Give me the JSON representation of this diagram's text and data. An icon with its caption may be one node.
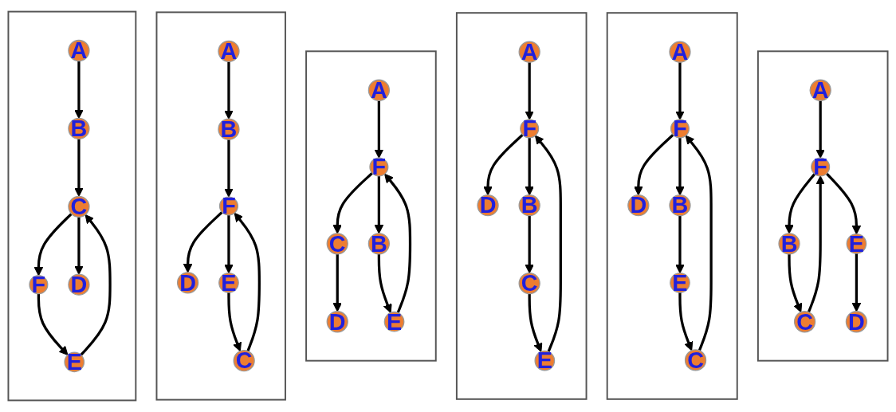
{
  "diagram": {
    "nodes": [
      {
        "text": [],
        "shape": "box"
      },
      {
        "text": [
          "A"
        ],
        "in": 0
      },
      {
        "text": [
          "D"
        ],
        "in": 0
      },
      {
        "text": [
          "F"
        ],
        "in": 0
      },
      {
        "text": [
          "B"
        ],
        "in": 0
      },
      {
        "text": [
          "C"
        ],
        "in": 0
      },
      {
        "text": [
          "E"
        ],
        "in": 0
      },
      {
        "text": [],
        "shape": "box"
      },
      {
        "text": [
          "A"
        ],
        "in": 7
      },
      {
        "text": [
          "D"
        ],
        "in": 7
      },
      {
        "text": [
          "F"
        ],
        "in": 7
      },
      {
        "text": [
          "B"
        ],
        "in": 7
      },
      {
        "text": [
          "C"
        ],
        "in": 7
      },
      {
        "text": [
          "E"
        ],
        "in": 7
      },
      {
        "text": [],
        "shape": "box"
      },
      {
        "text": [
          "A"
        ],
        "in": 14
      },
      {
        "text": [
          "D"
        ],
        "in": 14
      },
      {
        "text": [
          "F"
        ],
        "in": 14
      },
      {
        "text": [
          "B"
        ],
        "in": 14
      },
      {
        "text": [
          "C"
        ],
        "in": 14
      },
      {
        "text": [
          "E"
        ],
        "in": 14
      },
      {
        "text": [],
        "shape": "box"
      },
      {
        "text": [
          "A"
        ],
        "in": 21
      },
      {
        "text": [
          "D"
        ],
        "in": 21
      },
      {
        "text": [
          "F"
        ],
        "in": 21
      },
      {
        "text": [
          "B"
        ],
        "in": 21
      },
      {
        "text": [
          "C"
        ],
        "in": 21
      },
      {
        "text": [
          "E"
        ],
        "in": 21
      },
      {
        "text": [],
        "shape": "box"
      },
      {
        "text": [
          "A"
        ],
        "in": 28
      },
      {
        "text": [
          "D"
        ],
        "in": 28
      },
      {
        "text": [
          "F"
        ],
        "in": 28
      },
      {
        "text": [
          "B"
        ],
        "in": 28
      },
      {
        "text": [
          "C"
        ],
        "in": 28
      },
      {
        "text": [
          "E"
        ],
        "in": 28
      },
      {
        "text": [],
        "shape": "box"
      },
      {
        "text": [
          "A"
        ],
        "in": 35
      },
      {
        "text": [
          "D"
        ],
        "in": 35
      },
      {
        "text": [
          "F"
        ],
        "in": 35
      },
      {
        "text": [
          "B"
        ],
        "in": 35
      },
      {
        "text": [
          "C"
        ],
        "in": 35
      },
      {
        "text": [
          "E"
        ],
        "in": 35
      }
    ],
    "edges": [
      {
        "from": 1,
        "to": 4,
        "arrow": "to"
      },
      {
        "from": 4,
        "to": 5,
        "arrow": "to"
      },
      {
        "from": 3,
        "to": 6,
        "arrow": "to"
      },
      {
        "from": 5,
        "to": 3,
        "arrow": "to"
      },
      {
        "from": 5,
        "to": 2,
        "arrow": "to"
      },
      {
        "from": 6,
        "to": 5,
        "arrow": "to"
      },
      {
        "from": 8,
        "to": 11,
        "arrow": "to"
      },
      {
        "from": 11,
        "to": 10,
        "arrow": "to"
      },
      {
        "from": 10,
        "to": 9,
        "arrow": "to"
      },
      {
        "from": 12,
        "to": 10,
        "arrow": "to"
      },
      {
        "from": 10,
        "to": 13,
        "arrow": "to"
      },
      {
        "from": 13,
        "to": 12,
        "arrow": "to"
      },
      {
        "from": 15,
        "to": 17,
        "arrow": "to"
      },
      {
        "from": 17,
        "to": 18,
        "arrow": "to"
      },
      {
        "from": 17,
        "to": 19,
        "arrow": "to"
      },
      {
        "from": 19,
        "to": 16,
        "arrow": "to"
      },
      {
        "from": 18,
        "to": 20,
        "arrow": "to"
      },
      {
        "from": 20,
        "to": 17,
        "arrow": "to"
      },
      {
        "from": 22,
        "to": 24,
        "arrow": "to"
      },
      {
        "from": 24,
        "to": 23,
        "arrow": "to"
      },
      {
        "from": 24,
        "to": 25,
        "arrow": "to"
      },
      {
        "from": 25,
        "to": 26,
        "arrow": "to"
      },
      {
        "from": 27,
        "to": 24,
        "arrow": "to"
      },
      {
        "from": 26,
        "to": 27,
        "arrow": "to"
      },
      {
        "from": 29,
        "to": 31,
        "arrow": "to"
      },
      {
        "from": 31,
        "to": 30,
        "arrow": "to"
      },
      {
        "from": 31,
        "to": 32,
        "arrow": "to"
      },
      {
        "from": 33,
        "to": 31,
        "arrow": "to"
      },
      {
        "from": 32,
        "to": 34,
        "arrow": "to"
      },
      {
        "from": 34,
        "to": 33,
        "arrow": "to"
      },
      {
        "from": 36,
        "to": 38,
        "arrow": "to"
      },
      {
        "from": 38,
        "to": 39,
        "arrow": "to"
      },
      {
        "from": 40,
        "to": 38,
        "arrow": "to"
      },
      {
        "from": 39,
        "to": 40,
        "arrow": "to"
      },
      {
        "from": 38,
        "to": 41,
        "arrow": "to"
      },
      {
        "from": 41,
        "to": 37,
        "arrow": "to"
      }
    ]
  }
}
